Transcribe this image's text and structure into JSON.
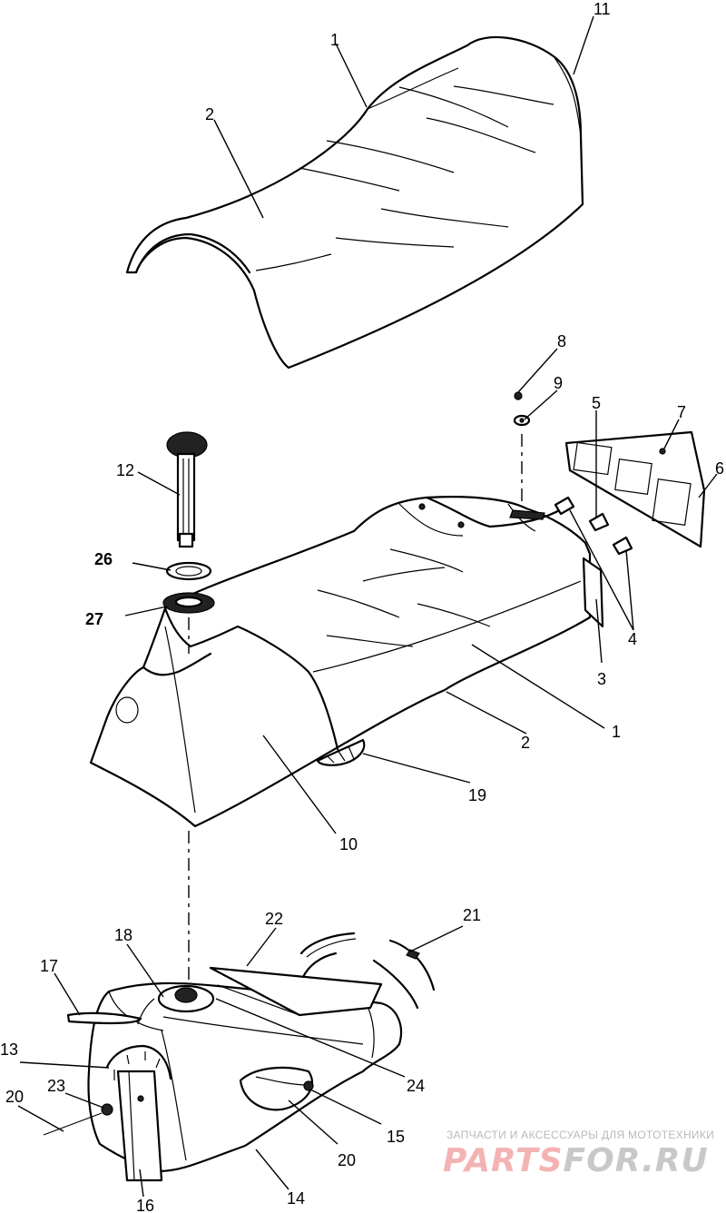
{
  "diagram": {
    "callouts": [
      {
        "id": "c11a",
        "text": "11"
      },
      {
        "id": "c1a",
        "text": "1"
      },
      {
        "id": "c2a",
        "text": "2"
      },
      {
        "id": "c8",
        "text": "8"
      },
      {
        "id": "c9",
        "text": "9"
      },
      {
        "id": "c5",
        "text": "5"
      },
      {
        "id": "c7",
        "text": "7"
      },
      {
        "id": "c6",
        "text": "6"
      },
      {
        "id": "c12",
        "text": "12"
      },
      {
        "id": "c26",
        "text": "26"
      },
      {
        "id": "c27",
        "text": "27"
      },
      {
        "id": "c4",
        "text": "4"
      },
      {
        "id": "c3",
        "text": "3"
      },
      {
        "id": "c1b",
        "text": "1"
      },
      {
        "id": "c2b",
        "text": "2"
      },
      {
        "id": "c19",
        "text": "19"
      },
      {
        "id": "c10",
        "text": "10"
      },
      {
        "id": "c22",
        "text": "22"
      },
      {
        "id": "c21",
        "text": "21"
      },
      {
        "id": "c18",
        "text": "18"
      },
      {
        "id": "c17",
        "text": "17"
      },
      {
        "id": "c13",
        "text": "13"
      },
      {
        "id": "c23",
        "text": "23"
      },
      {
        "id": "c20a",
        "text": "20"
      },
      {
        "id": "c24",
        "text": "24"
      },
      {
        "id": "c15",
        "text": "15"
      },
      {
        "id": "c20b",
        "text": "20"
      },
      {
        "id": "c14",
        "text": "14"
      },
      {
        "id": "c16",
        "text": "16"
      }
    ]
  },
  "watermark": {
    "tagline": "ЗАПЧАСТИ И АКСЕССУАРЫ ДЛЯ МОТОТЕХНИКИ",
    "brand_part1": "PARTS",
    "brand_part2": "FOR.RU",
    "color_part1": "#f3b3b3",
    "color_part2": "#c8c8c8"
  }
}
